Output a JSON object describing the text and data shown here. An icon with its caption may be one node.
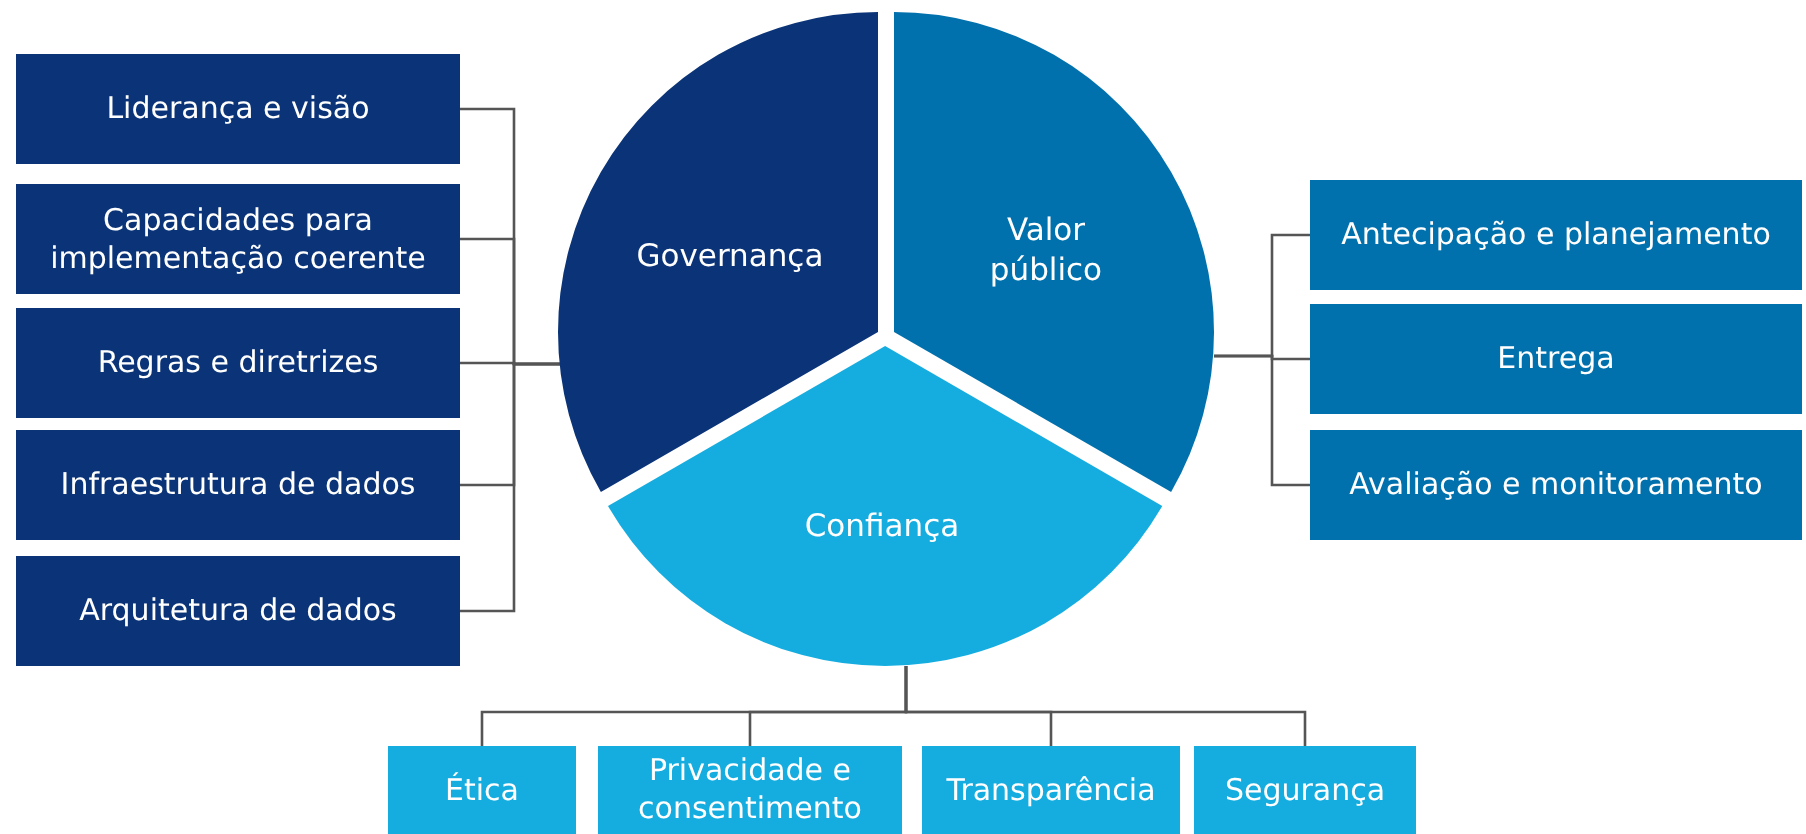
{
  "diagram": {
    "nodes": [
      {
        "text": [
          "Governança"
        ]
      },
      {
        "text": [
          "Valor público"
        ]
      },
      {
        "text": [
          "Confiança"
        ]
      },
      {
        "text": [
          "Liderança e visão"
        ]
      },
      {
        "text": [
          "Capacidades para implementação coerente"
        ]
      },
      {
        "text": [
          "Regras e diretrizes"
        ]
      },
      {
        "text": [
          "Infraestrutura de dados"
        ]
      },
      {
        "text": [
          "Arquitetura de dados"
        ]
      },
      {
        "text": [
          "Antecipação e planejamento"
        ]
      },
      {
        "text": [
          "Entrega"
        ]
      },
      {
        "text": [
          "Avaliação e monitoramento"
        ]
      },
      {
        "text": [
          "Ética"
        ]
      },
      {
        "text": [
          "Privacidade e consentimento"
        ]
      },
      {
        "text": [
          "Transparência"
        ]
      },
      {
        "text": [
          "Segurança"
        ]
      }
    ],
    "edges": [
      {
        "from": 0,
        "to": 3,
        "arrow": "none"
      },
      {
        "from": 0,
        "to": 4,
        "arrow": "none"
      },
      {
        "from": 0,
        "to": 5,
        "arrow": "none"
      },
      {
        "from": 0,
        "to": 6,
        "arrow": "none"
      },
      {
        "from": 0,
        "to": 7,
        "arrow": "none"
      },
      {
        "from": 1,
        "to": 8,
        "arrow": "none"
      },
      {
        "from": 1,
        "to": 9,
        "arrow": "none"
      },
      {
        "from": 1,
        "to": 10,
        "arrow": "none"
      },
      {
        "from": 2,
        "to": 11,
        "arrow": "none"
      },
      {
        "from": 2,
        "to": 12,
        "arrow": "none"
      },
      {
        "from": 2,
        "to": 13,
        "arrow": "none"
      },
      {
        "from": 2,
        "to": 14,
        "arrow": "none"
      }
    ]
  }
}
